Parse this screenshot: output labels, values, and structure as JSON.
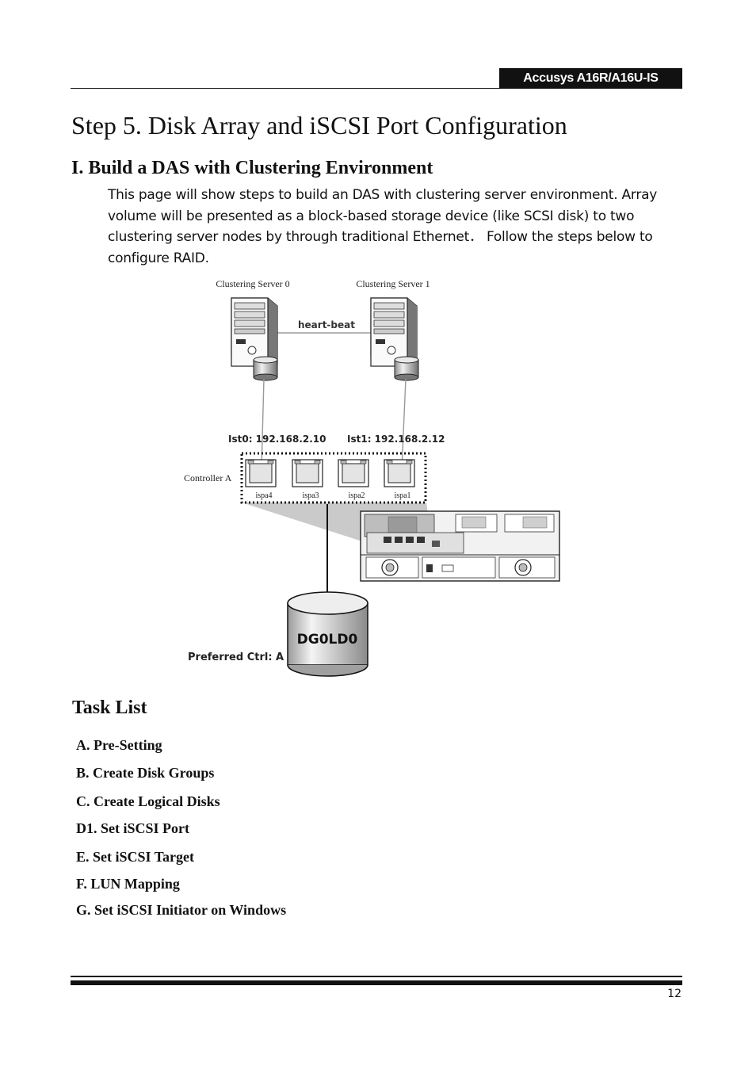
{
  "header": {
    "product_badge": "Accusys A16R/A16U-IS"
  },
  "page_title": "Step 5. Disk Array and iSCSI Port Configuration",
  "section_heading": "I. Build a DAS with Clustering Environment",
  "intro_lines": [
    "This page will show steps to build an DAS with clustering server environment. Array",
    "volume will be presented as a block-based storage device (like SCSI disk) to two",
    "clustering server nodes by through traditional Ethernet． Follow the steps below to",
    "configure RAID."
  ],
  "diagram": {
    "server0_label": "Clustering Server 0",
    "server1_label": "Clustering Server 1",
    "heartbeat_label": "heart-beat",
    "ip0_label": "Ist0: 192.168.2.10",
    "ip1_label": "Ist1: 192.168.2.12",
    "controller_label": "Controller A",
    "ports": [
      "ispa4",
      "ispa3",
      "ispa2",
      "ispa1"
    ],
    "volume_label": "DG0LD0",
    "preferred_label": "Preferred Ctrl: A"
  },
  "task_list": {
    "heading": "Task List",
    "items": [
      "A. Pre-Setting",
      "B. Create Disk Groups",
      "C. Create Logical Disks",
      "D1. Set iSCSI Port",
      "E. Set iSCSI Target",
      "F. LUN Mapping",
      "G. Set iSCSI Initiator on Windows"
    ]
  },
  "footer": {
    "page_number": "12"
  }
}
